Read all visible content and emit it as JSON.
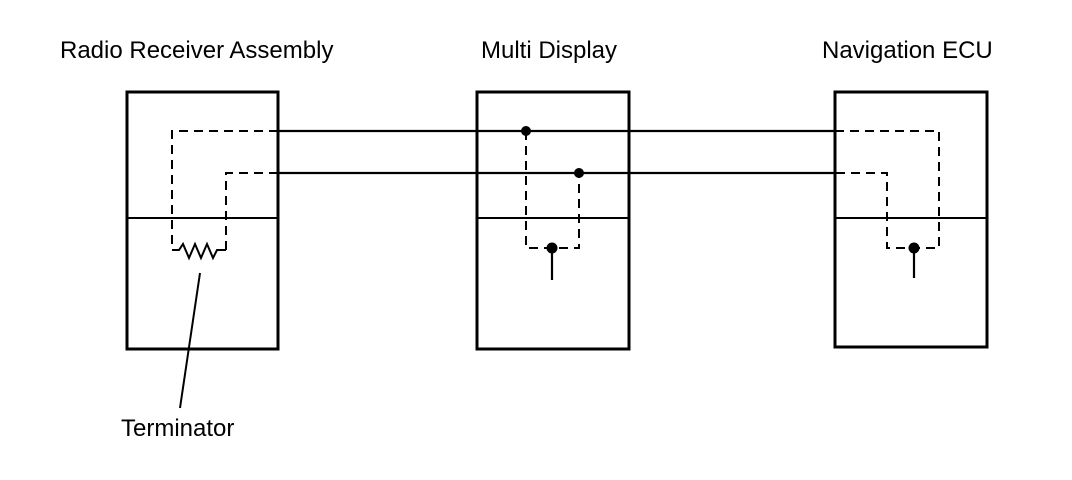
{
  "labels": {
    "radio_receiver": "Radio Receiver Assembly",
    "multi_display": "Multi Display",
    "navigation_ecu": "Navigation ECU",
    "terminator": "Terminator"
  }
}
